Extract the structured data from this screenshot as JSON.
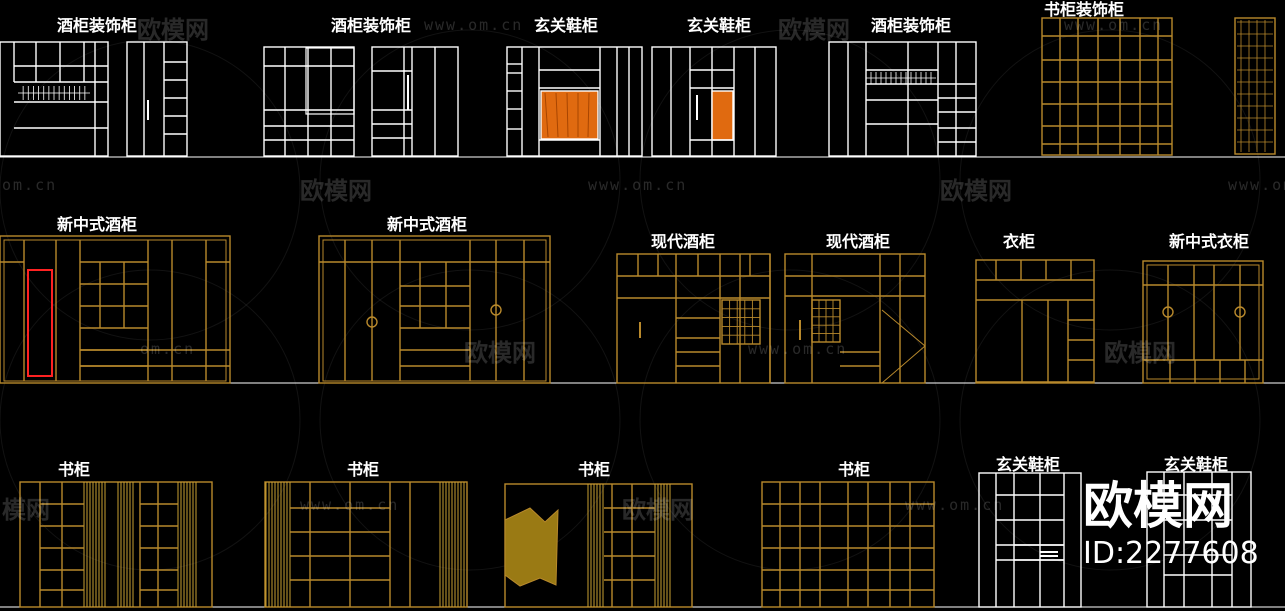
{
  "colors": {
    "background": "#000000",
    "line_white": "#ffffff",
    "line_gold": "#b8892c",
    "veneer_orange": "#e06a10",
    "accent_red": "#ff2222",
    "stripe_gold": "#c9a032"
  },
  "labels": {
    "r1_1": "酒柜装饰柜",
    "r1_2": "酒柜装饰柜",
    "r1_3": "玄关鞋柜",
    "r1_4": "玄关鞋柜",
    "r1_5": "酒柜装饰柜",
    "r1_6": "书柜装饰柜",
    "r2_1": "新中式酒柜",
    "r2_2": "新中式酒柜",
    "r2_3": "现代酒柜",
    "r2_4": "现代酒柜",
    "r2_5": "衣柜",
    "r2_6": "新中式衣柜",
    "r3_1": "书柜",
    "r3_2": "书柜",
    "r3_3": "书柜",
    "r3_4": "书柜",
    "r3_5": "玄关鞋柜",
    "r3_6": "玄关鞋柜"
  },
  "watermark": {
    "brand": "欧模网",
    "url": "www.om.cn",
    "short_url": "om.cn",
    "brand_partial": "模网"
  },
  "brand": {
    "name": "欧模网",
    "id": "ID:2277608"
  }
}
